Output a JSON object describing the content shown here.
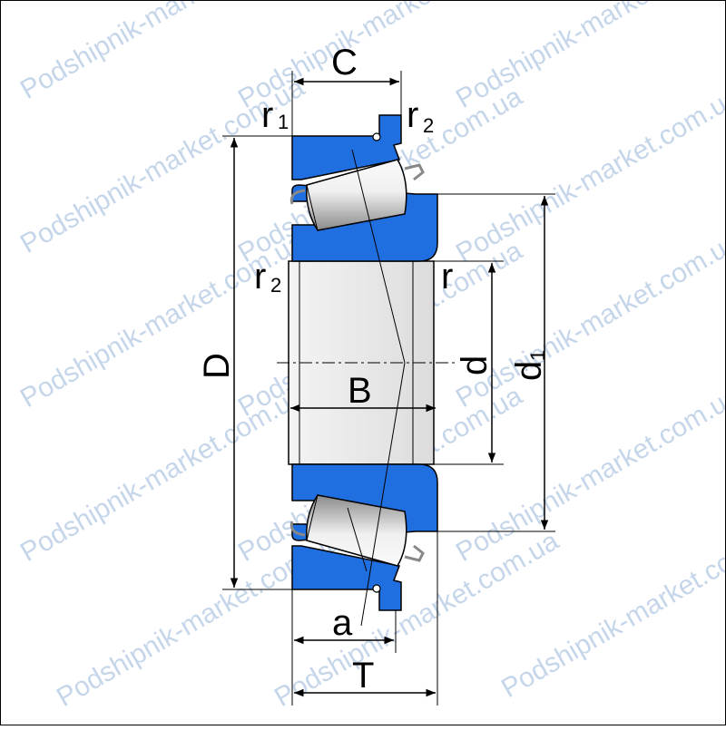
{
  "watermark": {
    "text": "Podshipnik-market.com.ua",
    "color": "#c6d6ea"
  },
  "colors": {
    "ring": "#1f6fe0",
    "bore": "#e6e6e6",
    "roller_light": "#f2f2f2",
    "roller_dark": "#7a7a7a",
    "cage": "#9a9a9a",
    "ink": "#000000"
  },
  "labels": {
    "C": "C",
    "r1_main": "r",
    "r1_sub": "1",
    "r2_top_main": "r",
    "r2_top_sub": "2",
    "r2_left_main": "r",
    "r2_left_sub": "2",
    "r": "r",
    "D": "D",
    "B": "B",
    "d": "d",
    "d1_main": "d",
    "d1_sub": "1",
    "a": "a",
    "T": "T"
  }
}
